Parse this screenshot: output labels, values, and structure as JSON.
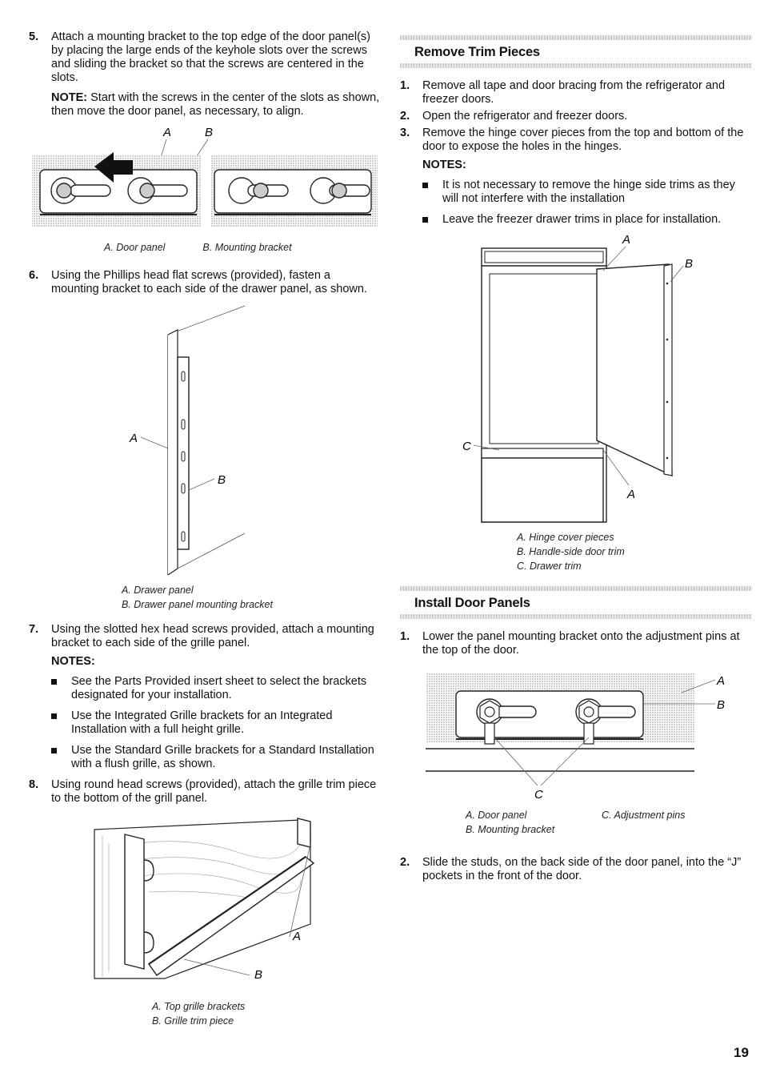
{
  "left": {
    "step5": {
      "num": "5.",
      "text": "Attach a mounting bracket to the top edge of the door panel(s) by placing the large ends of the keyhole slots over the screws and sliding the bracket so that the screws are centered in the slots.",
      "note_label": "NOTE:",
      "note_text": " Start with the screws in the center of the slots as shown, then move the door panel, as necessary, to align.",
      "fig_label_a": "A",
      "fig_label_b": "B",
      "caption_a": "A. Door panel",
      "caption_b": "B. Mounting bracket"
    },
    "step6": {
      "num": "6.",
      "text": "Using the Phillips head flat screws (provided), fasten a mounting bracket to each side of the drawer panel, as shown.",
      "fig_label_a": "A",
      "fig_label_b": "B",
      "caption_a": "A. Drawer panel",
      "caption_b": "B. Drawer panel mounting bracket"
    },
    "step7": {
      "num": "7.",
      "text": "Using the slotted hex head screws provided, attach a mounting bracket to each side of the grille panel.",
      "notes_head": "NOTES:",
      "bullets": [
        "See the Parts Provided insert sheet to select the brackets designated for your installation.",
        "Use the Integrated Grille brackets for an Integrated Installation with a full height grille.",
        "Use the Standard Grille brackets for a Standard Installation with a flush grille, as shown."
      ]
    },
    "step8": {
      "num": "8.",
      "text": "Using round head screws (provided), attach the grille trim piece to the bottom of the grill panel.",
      "fig_label_a": "A",
      "fig_label_b": "B",
      "caption_a": "A. Top grille brackets",
      "caption_b": "B. Grille trim piece"
    }
  },
  "right": {
    "remove_trim": {
      "heading": "Remove Trim Pieces",
      "steps": [
        {
          "num": "1.",
          "text": "Remove all tape and door bracing from the refrigerator and freezer doors."
        },
        {
          "num": "2.",
          "text": "Open the refrigerator and freezer doors."
        },
        {
          "num": "3.",
          "text": "Remove the hinge cover pieces from the top and bottom of the door to expose the holes in the hinges."
        }
      ],
      "notes_head": "NOTES:",
      "bullets": [
        "It is not necessary to remove the hinge side trims as they will not interfere with the installation",
        "Leave the freezer drawer trims in place for installation."
      ],
      "fig_label_a_top": "A",
      "fig_label_b": "B",
      "fig_label_c": "C",
      "fig_label_a_bottom": "A",
      "caption_a": "A. Hinge cover pieces",
      "caption_b": "B. Handle-side door trim",
      "caption_c": "C. Drawer trim"
    },
    "install_panels": {
      "heading": "Install Door Panels",
      "step1": {
        "num": "1.",
        "text": "Lower the panel mounting bracket onto the adjustment pins at the top of the door."
      },
      "fig_label_a": "A",
      "fig_label_b": "B",
      "fig_label_c": "C",
      "caption_a": "A. Door panel",
      "caption_b": "B. Mounting bracket",
      "caption_c": "C. Adjustment pins",
      "step2": {
        "num": "2.",
        "text": "Slide the studs, on the back side of the door panel, into the “J” pockets in the front of the door."
      }
    }
  },
  "page_number": "19"
}
